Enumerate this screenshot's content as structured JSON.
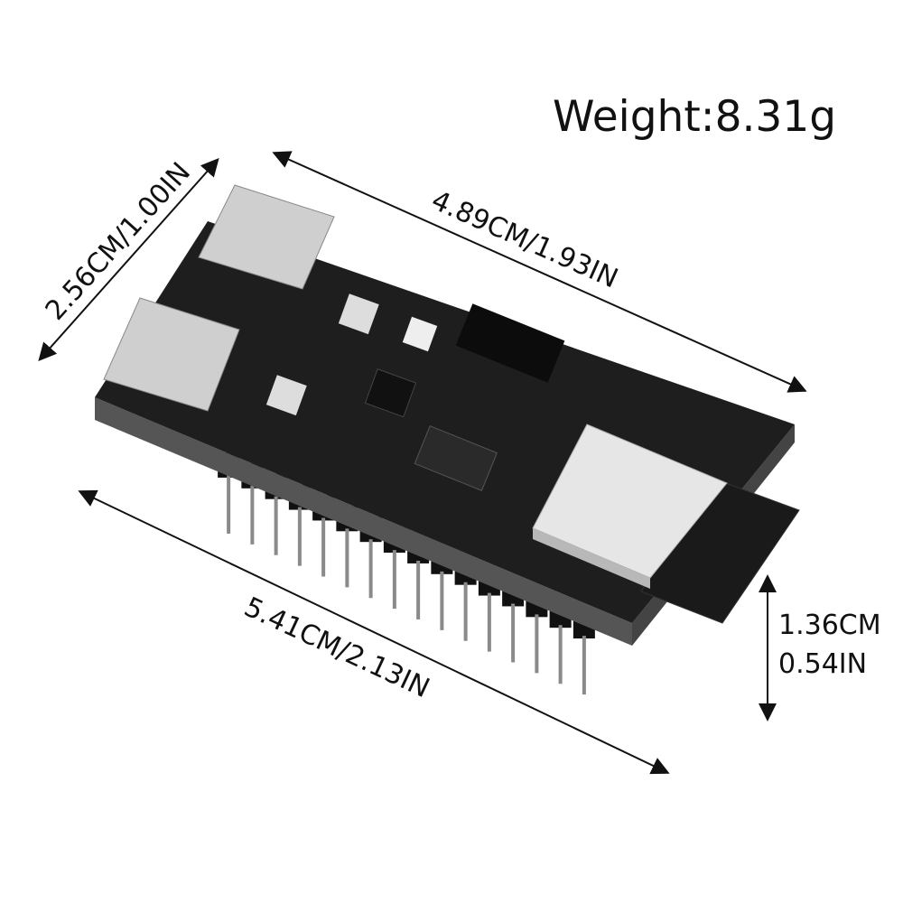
{
  "weight": "Weight:8.31g",
  "dimensions": {
    "length_top": "4.89CM/1.93IN",
    "width": "2.56CM/1.00IN",
    "length_total": "5.41CM/2.13IN",
    "height_cm": "1.36CM",
    "height_in": "0.54IN"
  },
  "colors": {
    "pcb": "#1e1e1e",
    "module": "#e6e6e6",
    "pins": "#8a8a8a",
    "arrow": "#111111"
  }
}
